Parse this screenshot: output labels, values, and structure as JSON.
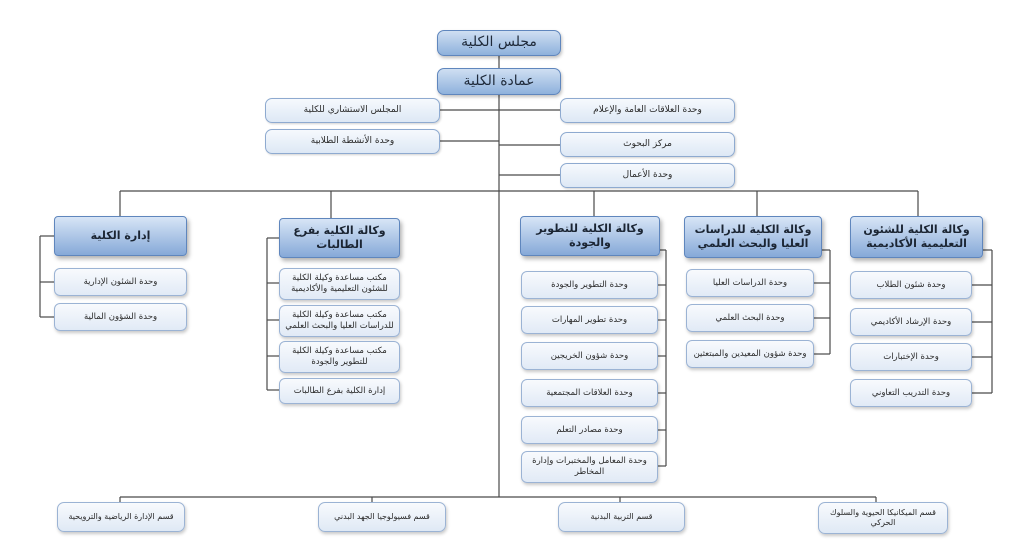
{
  "council": "مجلس الكلية",
  "deanship": "عمادة الكلية",
  "deanship_units": {
    "left": [
      "المجلس الاستشاري للكلية",
      "وحدة الأنشطة الطلابية"
    ],
    "right": [
      "وحدة العلاقات العامة والإعلام",
      "مركز البحوث",
      "وحدة الأعمال"
    ]
  },
  "branches": [
    {
      "title": "وكالة الكلية للشئون التعليمية الأكاديمية",
      "items": [
        "وحدة شئون الطلاب",
        "وحدة الإرشاد الأكاديمي",
        "وحدة الإختبارات",
        "وحدة التدريب التعاوني"
      ]
    },
    {
      "title": "وكالة الكلية للدراسات العليا والبحث العلمي",
      "items": [
        "وحدة الدراسات العليا",
        "وحدة البحث العلمي",
        "وحدة شؤون المعيدين والمبتعثين"
      ]
    },
    {
      "title": "وكالة الكلية للتطوير والجودة",
      "items": [
        "وحدة التطوير والجودة",
        "وحدة تطوير المهارات",
        "وحدة شؤون الخريجين",
        "وحدة العلاقات المجتمعية",
        "وحدة مصادر التعلم",
        "وحدة المعامل والمختبرات وإدارة المخاطر"
      ]
    },
    {
      "title": "وكالة الكلية بفرع الطالبات",
      "items": [
        "مكتب مساعدة وكيلة الكلية للشئون التعليمية والأكاديمية",
        "مكتب مساعدة وكيلة الكلية للدراسات العليا والبحث العلمي",
        "مكتب مساعدة وكيلة الكلية للتطوير والجودة",
        "إدارة الكلية بفرع الطالبات"
      ]
    },
    {
      "title": "إدارة الكلية",
      "items": [
        "وحدة الشئون الإدارية",
        "وحدة الشؤون المالية"
      ]
    }
  ],
  "departments": [
    "قسم الميكانيكا الحيوية والسلوك الحركي",
    "قسم التربية البدنية",
    "قسم فسيولوجيا الجهد البدني",
    "قسم الإدارة الرياضية والترويحية"
  ]
}
